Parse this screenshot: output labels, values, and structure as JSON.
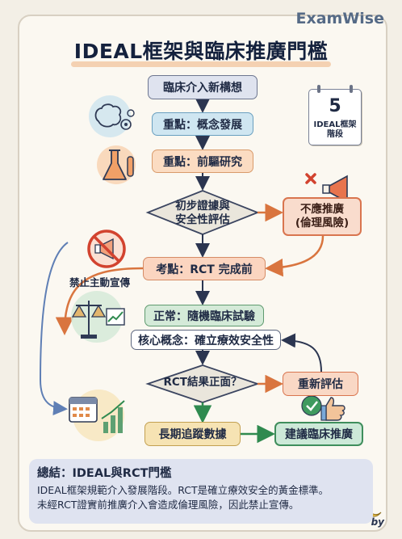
{
  "brand": "ExamWise",
  "title": "IDEAL框架與臨床推廣門檻",
  "nodes": {
    "start": "臨床介入新構想",
    "concept": "重點：概念發展",
    "preclinical": "重點：前驅研究",
    "decision1": [
      "初步證據與",
      "安全性評估"
    ],
    "not_recommended": [
      "不應推廣",
      "(倫理風險)"
    ],
    "exam_point": "考點：RCT 完成前",
    "normal": "正常：隨機臨床試驗",
    "core": "核心概念：確立療效安全性",
    "decision2": "RCT結果正面？",
    "reevaluate": "重新評估",
    "long_term": "長期追蹤數據",
    "recommend": "建議臨床推廣"
  },
  "calendar": {
    "number": "5",
    "label": [
      "IDEAL框架",
      "階段"
    ]
  },
  "side_labels": {
    "no_promotion": "禁止主動宣傳"
  },
  "summary": {
    "title": "總結：IDEAL與RCT門檻",
    "line1": "IDEAL框架規範介入發展階段。RCT是確立療效安全的黃金標準。",
    "line2": "未經RCT證實前推廣介入會造成倫理風險，因此禁止宣傳。"
  },
  "byline": "by",
  "icons": [
    "brain-gears-icon",
    "flask-icon",
    "megaphone-cross-icon",
    "no-megaphone-icon",
    "scales-chart-icon",
    "calendar-growth-icon",
    "thumbs-up-check-icon",
    "banana-icon"
  ],
  "colors": {
    "arrow_orange": "#d9753f",
    "arrow_blue": "#5f7fb5",
    "arrow_green": "#2f8a4f",
    "diamond_fill": "#eae6dc"
  }
}
